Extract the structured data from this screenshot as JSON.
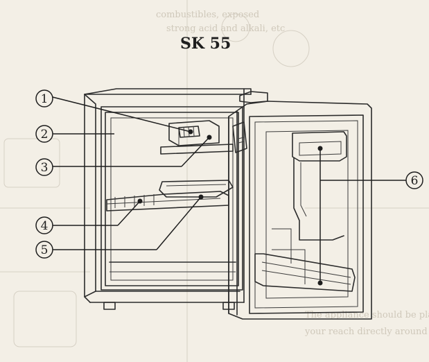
{
  "title": "SK 55",
  "callouts": [
    {
      "label": "1"
    },
    {
      "label": "2"
    },
    {
      "label": "3"
    },
    {
      "label": "4"
    },
    {
      "label": "5"
    },
    {
      "label": "6"
    }
  ],
  "background_text": [
    "combustibles, exposed",
    "strong acid and alkali, etc",
    "The appliance should be placed within",
    "your reach directly around the wall"
  ],
  "colors": {
    "paper": "#f3efe6",
    "ink": "#1e1e1e",
    "ghost": "#d6d0c4"
  }
}
